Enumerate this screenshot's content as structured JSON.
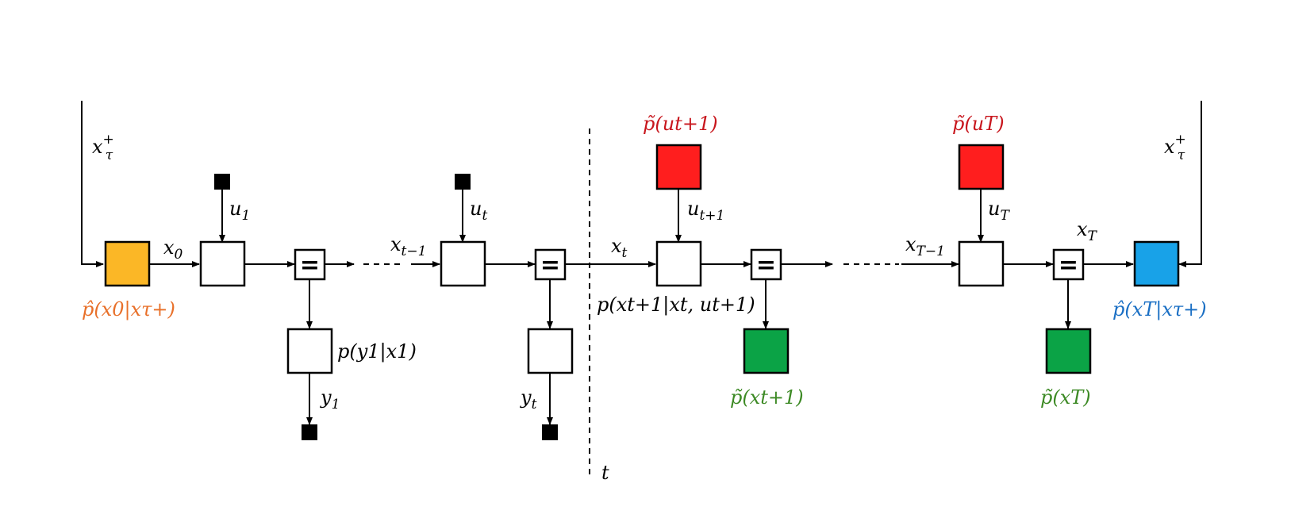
{
  "colors": {
    "orange_box": "#FBB726",
    "orange_text": "#E8702A",
    "red_box": "#FF1E1E",
    "red_text": "#C8161D",
    "green_box": "#0BA346",
    "green_text": "#3D8A25",
    "blue_box": "#18A2E8",
    "blue_text": "#1A6FC4"
  },
  "labels": {
    "x_tau_plus_left": {
      "base": "x",
      "sub": "τ",
      "sup": "+"
    },
    "x_tau_plus_right": {
      "base": "x",
      "sub": "τ",
      "sup": "+"
    },
    "x0": {
      "base": "x",
      "sub": "0"
    },
    "u1": {
      "base": "u",
      "sub": "1"
    },
    "xt_minus_1": {
      "base": "x",
      "sub": "t−1"
    },
    "ut": {
      "base": "u",
      "sub": "t"
    },
    "xt": {
      "base": "x",
      "sub": "t"
    },
    "ut_plus_1": {
      "base": "u",
      "sub": "t+1"
    },
    "xT_minus_1": {
      "base": "x",
      "sub": "T−1"
    },
    "uT": {
      "base": "u",
      "sub": "T"
    },
    "xT": {
      "base": "x",
      "sub": "T"
    },
    "y1": {
      "base": "y",
      "sub": "1"
    },
    "yt": {
      "base": "y",
      "sub": "t"
    },
    "t": "t",
    "p_y1_x1": "p(y1|x1)",
    "p_transition": "p(xt+1|xt, ut+1)",
    "prior_x0": "p̂(x0|xτ+)",
    "prior_u_t1": "p̃(ut+1)",
    "prior_u_T": "p̃(uT)",
    "marg_x_t1": "p̃(xt+1)",
    "marg_x_T": "p̃(xT)",
    "posterior_xT": "p̂(xT|xτ+)",
    "eq_symbol": "="
  }
}
